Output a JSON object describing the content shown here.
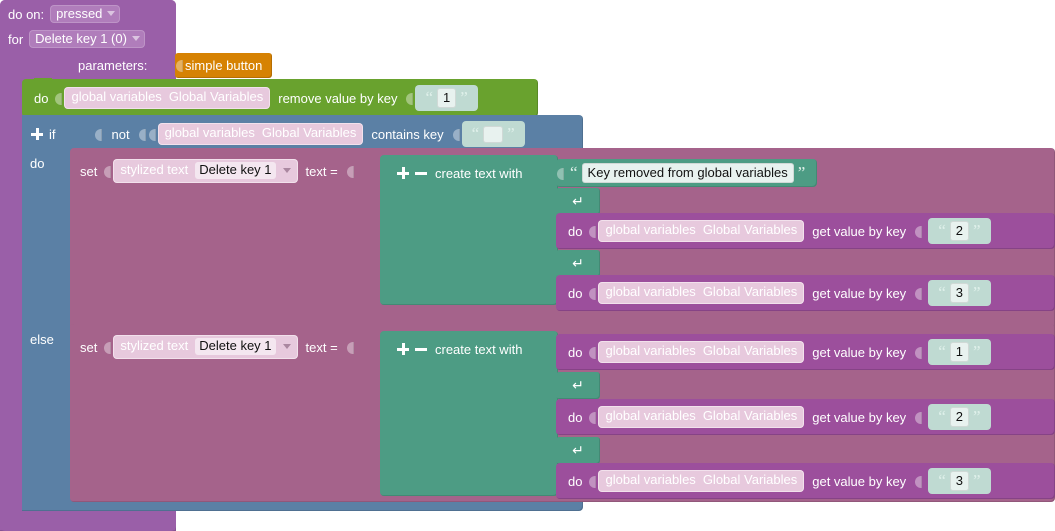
{
  "editor": {
    "type": "blockly-visual-programming-canvas",
    "background": "#ffffff"
  },
  "colors": {
    "event_block": "#9a5fa8",
    "event_field": "#b07dbb",
    "parameter_block": "#d68203",
    "dictionary_green": "#69a22e",
    "control_blue": "#5b80a5",
    "component_set_pink": "#a5638b",
    "text_teal": "#4d9c84",
    "dictionary_purple": "#9c4f9c",
    "variable_field": "#e7c9dd",
    "string_field": "#e8f2ef"
  },
  "event_block": {
    "do_on_label": "do on:",
    "do_on_value": "pressed",
    "for_label": "for",
    "for_value": "Delete key 1 (0)",
    "parameters_label": "parameters:",
    "parameter_value": "simple button"
  },
  "remove_row": {
    "do_label": "do",
    "variable_scope": "global variables",
    "variable_name": "Global Variables",
    "method_label": "remove value by key",
    "key_value": "1"
  },
  "if_row": {
    "mutator_icon": "plus-icon",
    "if_label": "if",
    "not_label": "not",
    "variable_scope": "global variables",
    "variable_name": "Global Variables",
    "method_label": "contains key",
    "key_value": "",
    "do_label": "do",
    "else_label": "else"
  },
  "branches": [
    {
      "name": "if-branch",
      "set": {
        "set_label": "set",
        "component_type": "stylized text",
        "component_name": "Delete key 1",
        "property_label": "text ="
      },
      "create_text": {
        "plus_icon": "plus-icon",
        "minus_icon": "minus-icon",
        "label": "create text with"
      },
      "items": [
        {
          "kind": "string",
          "value": "Key removed from global variables"
        },
        {
          "kind": "newline",
          "glyph": "↵"
        },
        {
          "kind": "get",
          "do_label": "do",
          "variable_scope": "global variables",
          "variable_name": "Global Variables",
          "method_label": "get value by key",
          "key_value": "2"
        },
        {
          "kind": "newline",
          "glyph": "↵"
        },
        {
          "kind": "get",
          "do_label": "do",
          "variable_scope": "global variables",
          "variable_name": "Global Variables",
          "method_label": "get value by key",
          "key_value": "3"
        }
      ]
    },
    {
      "name": "else-branch",
      "set": {
        "set_label": "set",
        "component_type": "stylized text",
        "component_name": "Delete key 1",
        "property_label": "text ="
      },
      "create_text": {
        "plus_icon": "plus-icon",
        "minus_icon": "minus-icon",
        "label": "create text with"
      },
      "items": [
        {
          "kind": "get",
          "do_label": "do",
          "variable_scope": "global variables",
          "variable_name": "Global Variables",
          "method_label": "get value by key",
          "key_value": "1"
        },
        {
          "kind": "newline",
          "glyph": "↵"
        },
        {
          "kind": "get",
          "do_label": "do",
          "variable_scope": "global variables",
          "variable_name": "Global Variables",
          "method_label": "get value by key",
          "key_value": "2"
        },
        {
          "kind": "newline",
          "glyph": "↵"
        },
        {
          "kind": "get",
          "do_label": "do",
          "variable_scope": "global variables",
          "variable_name": "Global Variables",
          "method_label": "get value by key",
          "key_value": "3"
        }
      ]
    }
  ]
}
